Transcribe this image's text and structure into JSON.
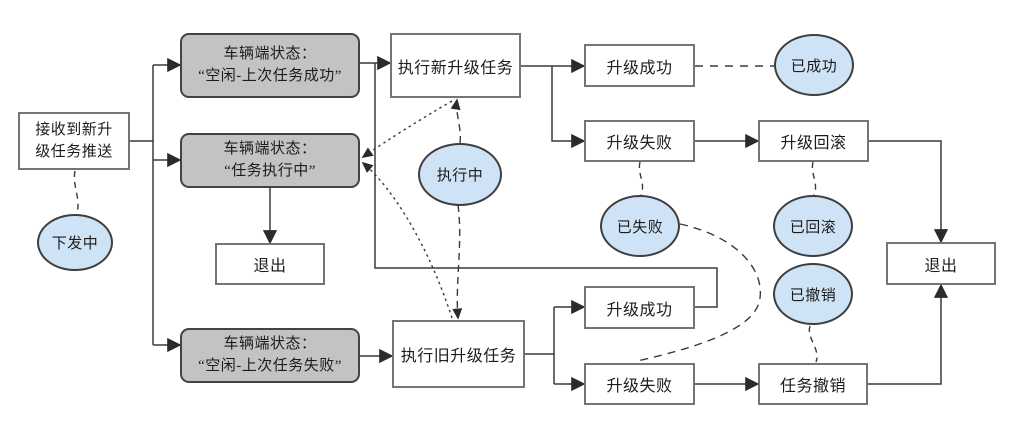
{
  "diagram": {
    "type": "flowchart",
    "background": "#ffffff",
    "nodes": {
      "receive_push": {
        "label": "接收到新升\n级任务推送",
        "shape": "rect"
      },
      "state_idle_success": {
        "line1": "车辆端状态：",
        "line2": "“空闲-上次任务成功”",
        "shape": "rounded-rect-gray"
      },
      "state_executing": {
        "line1": "车辆端状态：",
        "line2": "“任务执行中”",
        "shape": "rounded-rect-gray"
      },
      "state_idle_fail": {
        "line1": "车辆端状态：",
        "line2": "“空闲-上次任务失败”",
        "shape": "rounded-rect-gray"
      },
      "exec_new": {
        "label": "执行新升级任务",
        "shape": "rect"
      },
      "exec_old": {
        "label": "执行旧升级任务",
        "shape": "rect"
      },
      "exit_mid": {
        "label": "退出",
        "shape": "rect"
      },
      "exit_right": {
        "label": "退出",
        "shape": "rect"
      },
      "upgrade_success_top": {
        "label": "升级成功",
        "shape": "rect"
      },
      "upgrade_fail_top": {
        "label": "升级失败",
        "shape": "rect"
      },
      "rollback": {
        "label": "升级回滚",
        "shape": "rect"
      },
      "upgrade_success_bottom": {
        "label": "升级成功",
        "shape": "rect"
      },
      "upgrade_fail_bottom": {
        "label": "升级失败",
        "shape": "rect"
      },
      "task_revoke": {
        "label": "任务撤销",
        "shape": "rect"
      },
      "status_distributing": {
        "label": "下发中",
        "shape": "ellipse"
      },
      "status_executing": {
        "label": "执行中",
        "shape": "ellipse"
      },
      "status_succeeded": {
        "label": "已成功",
        "shape": "ellipse"
      },
      "status_failed": {
        "label": "已失败",
        "shape": "ellipse"
      },
      "status_rolled_back": {
        "label": "已回滚",
        "shape": "ellipse"
      },
      "status_revoked": {
        "label": "已撤销",
        "shape": "ellipse"
      }
    },
    "edges": [
      {
        "from": "receive_push",
        "to": "state_idle_success",
        "style": "solid-arrow"
      },
      {
        "from": "receive_push",
        "to": "state_executing",
        "style": "solid-arrow"
      },
      {
        "from": "receive_push",
        "to": "state_idle_fail",
        "style": "solid-arrow"
      },
      {
        "from": "receive_push",
        "to": "status_distributing",
        "style": "dashed"
      },
      {
        "from": "state_idle_success",
        "to": "exec_new",
        "style": "solid-arrow"
      },
      {
        "from": "state_executing",
        "to": "exit_mid",
        "style": "solid-arrow"
      },
      {
        "from": "state_idle_fail",
        "to": "exec_old",
        "style": "solid-arrow"
      },
      {
        "from": "exec_new",
        "to": "upgrade_success_top",
        "style": "solid-arrow"
      },
      {
        "from": "exec_new",
        "to": "upgrade_fail_top",
        "style": "solid-arrow"
      },
      {
        "from": "exec_new",
        "to": "state_executing",
        "style": "dotted-arrow"
      },
      {
        "from": "status_executing",
        "to": "exec_new",
        "style": "dashed-arrow"
      },
      {
        "from": "status_executing",
        "to": "exec_old",
        "style": "dashed-arrow"
      },
      {
        "from": "exec_old",
        "to": "state_executing",
        "style": "dotted-arrow"
      },
      {
        "from": "upgrade_success_top",
        "to": "status_succeeded",
        "style": "dashed"
      },
      {
        "from": "upgrade_fail_top",
        "to": "rollback",
        "style": "solid-arrow"
      },
      {
        "from": "upgrade_fail_top",
        "to": "status_failed",
        "style": "dashed"
      },
      {
        "from": "rollback",
        "to": "exit_right",
        "style": "solid-arrow"
      },
      {
        "from": "rollback",
        "to": "status_rolled_back",
        "style": "dashed"
      },
      {
        "from": "exec_old",
        "to": "upgrade_success_bottom",
        "style": "solid-arrow"
      },
      {
        "from": "exec_old",
        "to": "upgrade_fail_bottom",
        "style": "solid-arrow"
      },
      {
        "from": "upgrade_success_bottom",
        "to": "exec_new",
        "style": "solid-arrow"
      },
      {
        "from": "upgrade_fail_bottom",
        "to": "task_revoke",
        "style": "solid-arrow"
      },
      {
        "from": "upgrade_fail_bottom",
        "to": "status_failed",
        "style": "dashed-curve"
      },
      {
        "from": "task_revoke",
        "to": "exit_right",
        "style": "solid-arrow"
      },
      {
        "from": "task_revoke",
        "to": "status_revoked",
        "style": "dashed"
      }
    ],
    "colors": {
      "state_box_fill": "#c3c3c3",
      "state_box_border": "#434343",
      "process_box_fill": "#ffffff",
      "process_box_border": "#757575",
      "status_ellipse_fill": "#cfe3f6",
      "status_ellipse_border": "#3e3e3e",
      "line": "#3a3a3a",
      "text": "#1c1c1c"
    }
  }
}
